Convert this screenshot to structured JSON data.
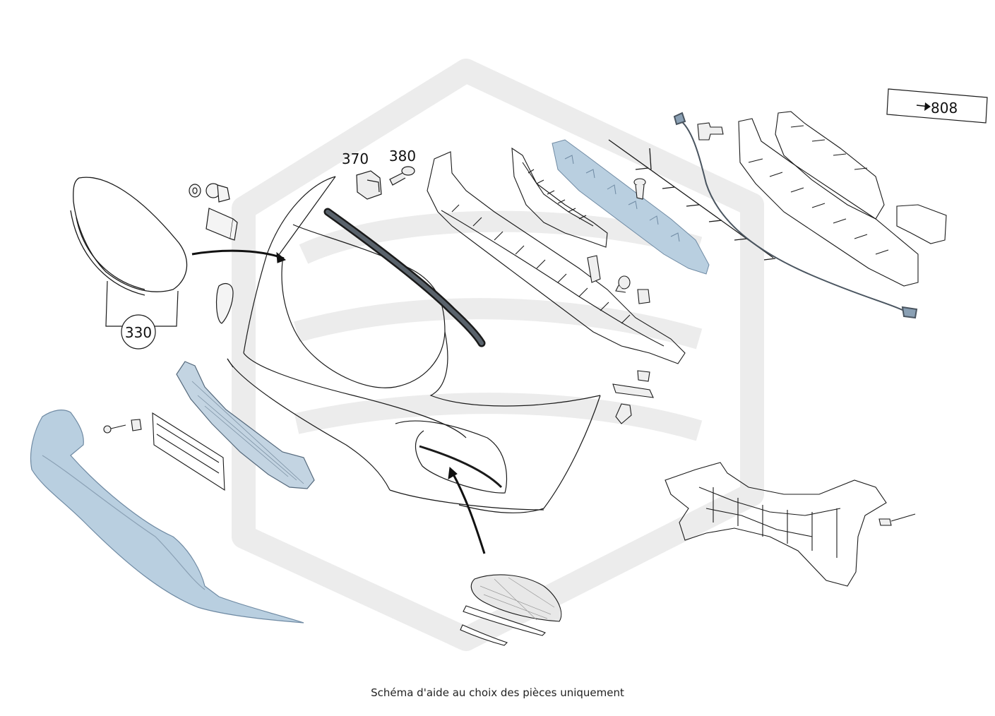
{
  "callouts": {
    "c330": "330",
    "c370": "370",
    "c380": "380",
    "ref_808": "808"
  },
  "caption": "Schéma d'aide au choix des pièces uniquement",
  "colors": {
    "line": "#1a1a1a",
    "part_fill_blue": "#b9cfe0",
    "part_stroke_blue": "#6f8aa3",
    "watermark": "#ececec"
  },
  "icons": [
    "arrow-right-icon"
  ]
}
